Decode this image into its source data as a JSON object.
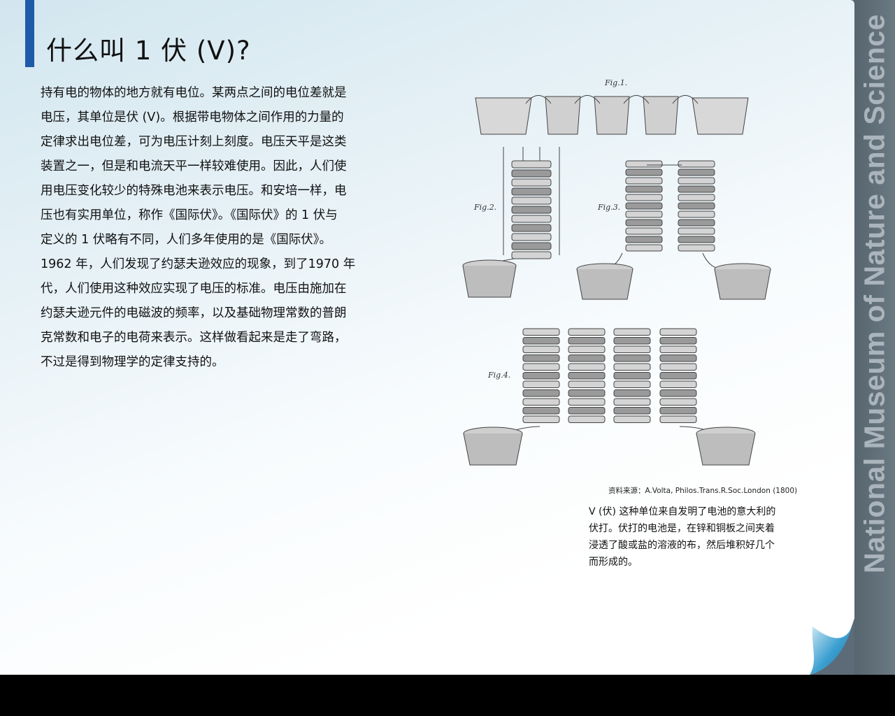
{
  "page": {
    "title": "什么叫 1 伏 (V)?",
    "body": "持有电的物体的地方就有电位。某两点之间的电位差就是\n电压，其单位是伏 (V)。根据带电物体之间作用的力量的\n定律求出电位差，可为电压计刻上刻度。电压天平是这类\n装置之一，但是和电流天平一样较难使用。因此，人们使\n用电压变化较少的特殊电池来表示电压。和安培一样，电\n压也有实用单位，称作《国际伏》。《国际伏》的 1 伏与\n定义的 1 伏略有不同，人们多年使用的是《国际伏》。\n1962 年，人们发现了约瑟夫逊效应的现象，到了1970 年\n代，人们使用这种效应实现了电压的标准。电压由施加在\n约瑟夫逊元件的电磁波的频率，以及基础物理常数的普朗\n克常数和电子的电荷来表示。这样做看起来是走了弯路，\n不过是得到物理学的定律支持的。"
  },
  "figure": {
    "labels": {
      "fig1": "Fig.1.",
      "fig2": "Fig.2.",
      "fig3": "Fig.3.",
      "fig4": "Fig.4."
    },
    "source": "资料来源：A.Volta, Philos.Trans.R.Soc.London (1800)",
    "caption": "V (伏) 这种单位来自发明了电池的意大利的\n伏打。伏打的电池是，在锌和铜板之间夹着\n浸透了酸或盐的溶液的布，然后堆积好几个\n而形成的。"
  },
  "sidebar": {
    "text": "National Museum of Nature and Science"
  },
  "colors": {
    "accent": "#1f5aa8",
    "side_band": "#5c6b77",
    "side_text": "#a9b4bc",
    "curl": "#3a9fd0"
  },
  "icons": {
    "page_curl": "page-curl-icon"
  }
}
